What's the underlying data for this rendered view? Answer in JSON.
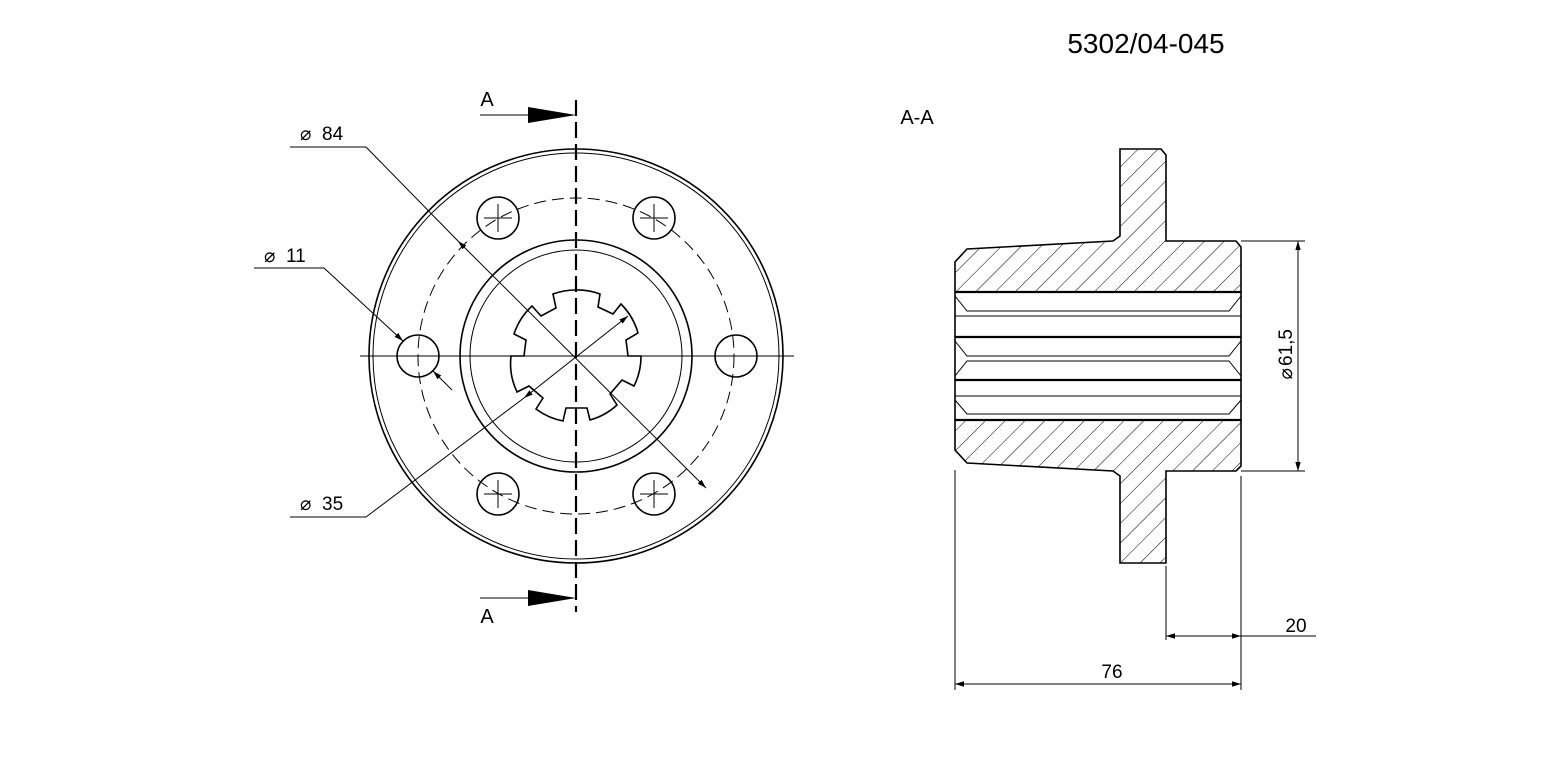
{
  "part_number": "5302/04-045",
  "front_view": {
    "section_mark_top": "A",
    "section_mark_bottom": "A",
    "dim_outer_diameter": "84",
    "dim_hole_diameter": "11",
    "dim_bore_diameter": "35",
    "diameter_symbol": "⌀"
  },
  "section_view": {
    "title": "A-A",
    "dim_diameter": "61,5",
    "dim_overall_length": "76",
    "dim_flange_offset": "20"
  }
}
